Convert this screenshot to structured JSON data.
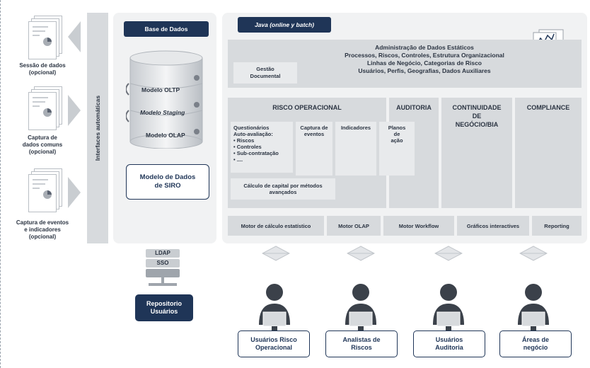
{
  "left_inputs": [
    {
      "label": "Sessão de dados\n(opcional)"
    },
    {
      "label": "Captura de\ndados comuns\n(opcional)"
    },
    {
      "label": "Captura de eventos\ne indicadores\n(opcional)"
    }
  ],
  "interfaces_label": "Interfaces automáticas",
  "database": {
    "header": "Base de Dados",
    "layers": [
      "Modelo OLTP",
      "Modelo Staging",
      "Modelo OLAP"
    ],
    "model_box": "Modelo de Dados\nde SIRO"
  },
  "java": {
    "header": "Java (online y batch)",
    "gestao": "Gestão\nDocumental",
    "admin_title": "Administração de Dados Estáticos",
    "admin_lines": [
      "Processos, Riscos, Controles, Estrutura Organizacional",
      "Linhas de Negócio, Categorias de Risco",
      "Usuários, Perfis, Geografias, Dados Auxiliares"
    ],
    "columns": {
      "risco": "RISCO OPERACIONAL",
      "auditoria": "AUDITORIA",
      "continuidade": "CONTINUIDADE\nDE\nNEGÓCIO/BIA",
      "compliance": "COMPLIANCE"
    },
    "risco_subs": {
      "questionarios": "Questionários\nAuto-avaliação:\n•  Riscos\n•  Controles\n•  Sub-contratação\n•  ....",
      "captura": "Captura de\neventos",
      "indicadores": "Indicadores",
      "planos": "Planos\nde\nação",
      "calculo": "Cálculo de capital por métodos\navançados"
    },
    "engines": [
      "Motor de cálculo estatístico",
      "Motor OLAP",
      "Motor Workflow",
      "Gráficos interactives",
      "Reporting"
    ]
  },
  "auth": {
    "ldap": "LDAP",
    "sso": "SSO",
    "repo": "Repositorio\nUsuários"
  },
  "users": [
    {
      "label": "Usuários Risco\nOperacional"
    },
    {
      "label": "Analistas de\nRiscos"
    },
    {
      "label": "Usuários\nAuditoria"
    },
    {
      "label": "Áreas de\nnegócio"
    }
  ],
  "colors": {
    "navy": "#1f3557",
    "panel": "#f1f2f3",
    "block": "#d7dadd",
    "subblock": "#e8eaec"
  }
}
